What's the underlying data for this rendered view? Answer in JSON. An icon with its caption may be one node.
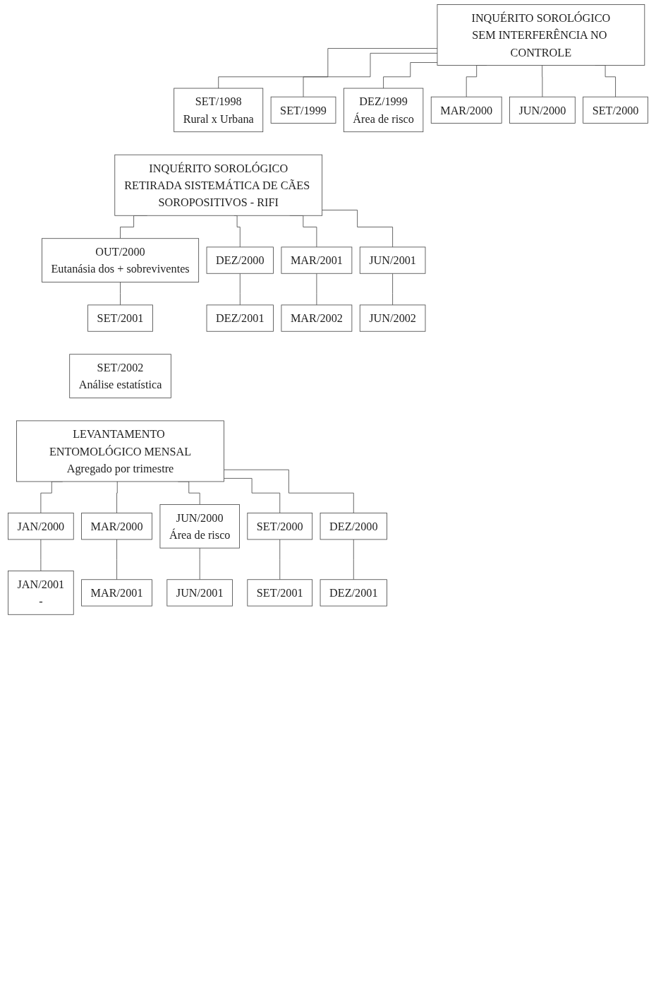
{
  "diagram": {
    "nodes": [
      {
        "text": [
          "INQUÉRITO SOROLÓGICO",
          "SEM INTERFERÊNCIA NO CONTROLE"
        ]
      },
      {
        "text": [
          "SET/1998",
          "Rural x Urbana"
        ]
      },
      {
        "text": [
          "SET/1999"
        ]
      },
      {
        "text": [
          "DEZ/1999",
          "Área de risco"
        ]
      },
      {
        "text": [
          "MAR/2000"
        ]
      },
      {
        "text": [
          "JUN/2000"
        ]
      },
      {
        "text": [
          "SET/2000"
        ]
      },
      {
        "text": [
          "INQUÉRITO SOROLÓGICO",
          "RETIRADA SISTEMÁTICA DE CÃES SOROPOSITIVOS - RIFI"
        ]
      },
      {
        "text": [
          "OUT/2000",
          "Eutanásia dos + sobreviventes"
        ]
      },
      {
        "text": [
          "DEZ/2000"
        ]
      },
      {
        "text": [
          "MAR/2001"
        ]
      },
      {
        "text": [
          "JUN/2001"
        ]
      },
      {
        "text": [
          "SET/2001"
        ]
      },
      {
        "text": [
          "DEZ/2001"
        ]
      },
      {
        "text": [
          "MAR/2002"
        ]
      },
      {
        "text": [
          "JUN/2002"
        ]
      },
      {
        "text": [
          "SET/2002",
          "Análise estatística"
        ]
      },
      {
        "text": [
          "LEVANTAMENTO ENTOMOLÓGICO MENSAL",
          "Agregado por trimestre"
        ]
      },
      {
        "text": [
          "JAN/2000"
        ]
      },
      {
        "text": [
          "MAR/2000"
        ]
      },
      {
        "text": [
          "JUN/2000",
          "Área de risco"
        ]
      },
      {
        "text": [
          "SET/2000"
        ]
      },
      {
        "text": [
          "DEZ/2000"
        ]
      },
      {
        "text": [
          "JAN/2001",
          "-"
        ]
      },
      {
        "text": [
          "MAR/2001"
        ]
      },
      {
        "text": [
          "JUN/2001"
        ]
      },
      {
        "text": [
          "SET/2001"
        ]
      },
      {
        "text": [
          "DEZ/2001"
        ]
      }
    ],
    "edges": [
      {
        "from": 0,
        "to": 1,
        "arrow": "none"
      },
      {
        "from": 0,
        "to": 2,
        "arrow": "none"
      },
      {
        "from": 0,
        "to": 3,
        "arrow": "none"
      },
      {
        "from": 0,
        "to": 4,
        "arrow": "none"
      },
      {
        "from": 0,
        "to": 5,
        "arrow": "none"
      },
      {
        "from": 0,
        "to": 6,
        "arrow": "none"
      },
      {
        "from": 7,
        "to": 8,
        "arrow": "none"
      },
      {
        "from": 7,
        "to": 9,
        "arrow": "none"
      },
      {
        "from": 7,
        "to": 10,
        "arrow": "none"
      },
      {
        "from": 7,
        "to": 11,
        "arrow": "none"
      },
      {
        "from": 8,
        "to": 12,
        "arrow": "none"
      },
      {
        "from": 9,
        "to": 13,
        "arrow": "none"
      },
      {
        "from": 10,
        "to": 14,
        "arrow": "none"
      },
      {
        "from": 11,
        "to": 15,
        "arrow": "none"
      },
      {
        "from": 17,
        "to": 18,
        "arrow": "none"
      },
      {
        "from": 17,
        "to": 19,
        "arrow": "none"
      },
      {
        "from": 17,
        "to": 20,
        "arrow": "none"
      },
      {
        "from": 17,
        "to": 21,
        "arrow": "none"
      },
      {
        "from": 17,
        "to": 22,
        "arrow": "none"
      },
      {
        "from": 18,
        "to": 23,
        "arrow": "none"
      },
      {
        "from": 19,
        "to": 24,
        "arrow": "none"
      },
      {
        "from": 20,
        "to": 25,
        "arrow": "none"
      },
      {
        "from": 21,
        "to": 26,
        "arrow": "none"
      },
      {
        "from": 22,
        "to": 27,
        "arrow": "none"
      }
    ]
  }
}
